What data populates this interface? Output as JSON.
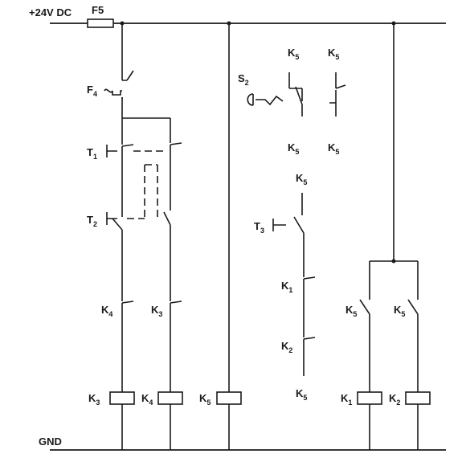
{
  "rails": {
    "supply_label": "+24V DC",
    "fuse_label": "F5",
    "ground_label": "GND"
  },
  "column_1": {
    "breaker": {
      "letter": "F",
      "sub": "4"
    },
    "button_t1": {
      "letter": "T",
      "sub": "1"
    },
    "button_t2": {
      "letter": "T",
      "sub": "2"
    },
    "contact": {
      "letter": "K",
      "sub": "4"
    },
    "coil": {
      "letter": "K",
      "sub": "3"
    }
  },
  "column_2": {
    "contact": {
      "letter": "K",
      "sub": "3"
    },
    "coil": {
      "letter": "K",
      "sub": "4"
    }
  },
  "column_3": {
    "coil": {
      "letter": "K",
      "sub": "5"
    }
  },
  "column_4": {
    "limit_switch": {
      "letter": "S",
      "sub": "2"
    },
    "contact_top": {
      "letter": "K",
      "sub": "5"
    },
    "contact_bottom": {
      "letter": "K",
      "sub": "5"
    },
    "contact_upper": {
      "letter": "K",
      "sub": "5"
    },
    "button_t3": {
      "letter": "T",
      "sub": "3"
    },
    "contact_k1": {
      "letter": "K",
      "sub": "1"
    },
    "contact_k2": {
      "letter": "K",
      "sub": "2"
    },
    "contact_lower": {
      "letter": "K",
      "sub": "5"
    }
  },
  "column_5": {
    "contact_top": {
      "letter": "K",
      "sub": "5"
    },
    "contact_bottom": {
      "letter": "K",
      "sub": "5"
    }
  },
  "column_6": {
    "contact": {
      "letter": "K",
      "sub": "5"
    },
    "coil": {
      "letter": "K",
      "sub": "1"
    }
  },
  "column_7": {
    "contact": {
      "letter": "K",
      "sub": "5"
    },
    "coil": {
      "letter": "K",
      "sub": "2"
    }
  }
}
